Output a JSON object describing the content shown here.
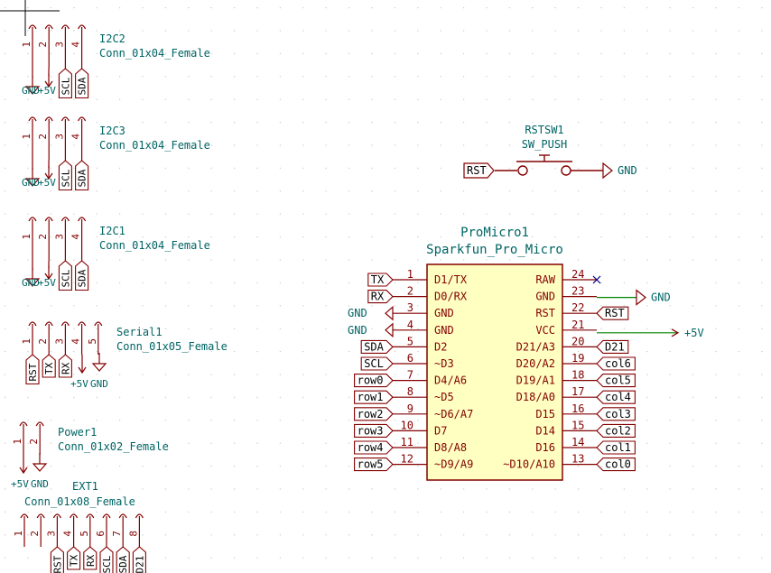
{
  "colors": {
    "wire": "#840000",
    "pin_num": "#840000",
    "label_text": "#006464",
    "power_text": "#006464",
    "body_fill": "#ffffc2",
    "grid_dot": "#c8c8c8",
    "nc": "#000084",
    "wire_green": "#008400"
  },
  "connectors": {
    "i2c2": {
      "ref": "I2C2",
      "value": "Conn_01x04_Female",
      "pins": [
        "1",
        "2",
        "3",
        "4"
      ],
      "signals": [
        "",
        "",
        "SCL",
        "SDA"
      ],
      "power": [
        "GND",
        "+5V"
      ]
    },
    "i2c3": {
      "ref": "I2C3",
      "value": "Conn_01x04_Female",
      "pins": [
        "1",
        "2",
        "3",
        "4"
      ],
      "signals": [
        "",
        "",
        "SCL",
        "SDA"
      ],
      "power": [
        "GND",
        "+5V"
      ]
    },
    "i2c1": {
      "ref": "I2C1",
      "value": "Conn_01x04_Female",
      "pins": [
        "1",
        "2",
        "3",
        "4"
      ],
      "signals": [
        "",
        "",
        "SCL",
        "SDA"
      ],
      "power": [
        "GND",
        "+5V"
      ]
    },
    "serial1": {
      "ref": "Serial1",
      "value": "Conn_01x05_Female",
      "pins": [
        "1",
        "2",
        "3",
        "4",
        "5"
      ],
      "signals": [
        "RST",
        "TX",
        "RX",
        "",
        ""
      ],
      "power": [
        "+5V",
        "GND"
      ]
    },
    "power1": {
      "ref": "Power1",
      "value": "Conn_01x02_Female",
      "pins": [
        "1",
        "2"
      ],
      "power": [
        "+5V",
        "GND"
      ]
    },
    "ext1": {
      "ref": "EXT1",
      "value": "Conn_01x08_Female",
      "pins": [
        "1",
        "2",
        "3",
        "4",
        "5",
        "6",
        "7",
        "8"
      ],
      "signals": [
        "",
        "",
        "RST",
        "TX",
        "RX",
        "SCL",
        "SDA",
        "D21"
      ]
    }
  },
  "rstsw": {
    "ref": "RSTSW1",
    "value": "SW_PUSH",
    "label_left": "RST",
    "power_right": "GND"
  },
  "promicro": {
    "ref": "ProMicro1",
    "value": "Sparkfun_Pro_Micro",
    "left_pins": [
      {
        "num": "1",
        "name": "D1/TX",
        "net": "TX",
        "kind": "label"
      },
      {
        "num": "2",
        "name": "D0/RX",
        "net": "RX",
        "kind": "label"
      },
      {
        "num": "3",
        "name": "GND",
        "net": "GND",
        "kind": "power"
      },
      {
        "num": "4",
        "name": "GND",
        "net": "GND",
        "kind": "power"
      },
      {
        "num": "5",
        "name": "D2",
        "net": "SDA",
        "kind": "label"
      },
      {
        "num": "6",
        "name": "~D3",
        "net": "SCL",
        "kind": "label"
      },
      {
        "num": "7",
        "name": "D4/A6",
        "net": "row0",
        "kind": "label"
      },
      {
        "num": "8",
        "name": "~D5",
        "net": "row1",
        "kind": "label"
      },
      {
        "num": "9",
        "name": "~D6/A7",
        "net": "row2",
        "kind": "label"
      },
      {
        "num": "10",
        "name": "D7",
        "net": "row3",
        "kind": "label"
      },
      {
        "num": "11",
        "name": "D8/A8",
        "net": "row4",
        "kind": "label"
      },
      {
        "num": "12",
        "name": "~D9/A9",
        "net": "row5",
        "kind": "label"
      }
    ],
    "right_pins": [
      {
        "num": "24",
        "name": "RAW",
        "net": "",
        "kind": "nc"
      },
      {
        "num": "23",
        "name": "GND",
        "net": "GND",
        "kind": "power"
      },
      {
        "num": "22",
        "name": "RST",
        "net": "RST",
        "kind": "label"
      },
      {
        "num": "21",
        "name": "VCC",
        "net": "+5V",
        "kind": "power"
      },
      {
        "num": "20",
        "name": "D21/A3",
        "net": "D21",
        "kind": "label"
      },
      {
        "num": "19",
        "name": "D20/A2",
        "net": "col6",
        "kind": "label"
      },
      {
        "num": "18",
        "name": "D19/A1",
        "net": "col5",
        "kind": "label"
      },
      {
        "num": "17",
        "name": "D18/A0",
        "net": "col4",
        "kind": "label"
      },
      {
        "num": "16",
        "name": "D15",
        "net": "col3",
        "kind": "label"
      },
      {
        "num": "15",
        "name": "D14",
        "net": "col2",
        "kind": "label"
      },
      {
        "num": "14",
        "name": "D16",
        "net": "col1",
        "kind": "label"
      },
      {
        "num": "13",
        "name": "~D10/A10",
        "net": "col0",
        "kind": "label"
      }
    ]
  }
}
